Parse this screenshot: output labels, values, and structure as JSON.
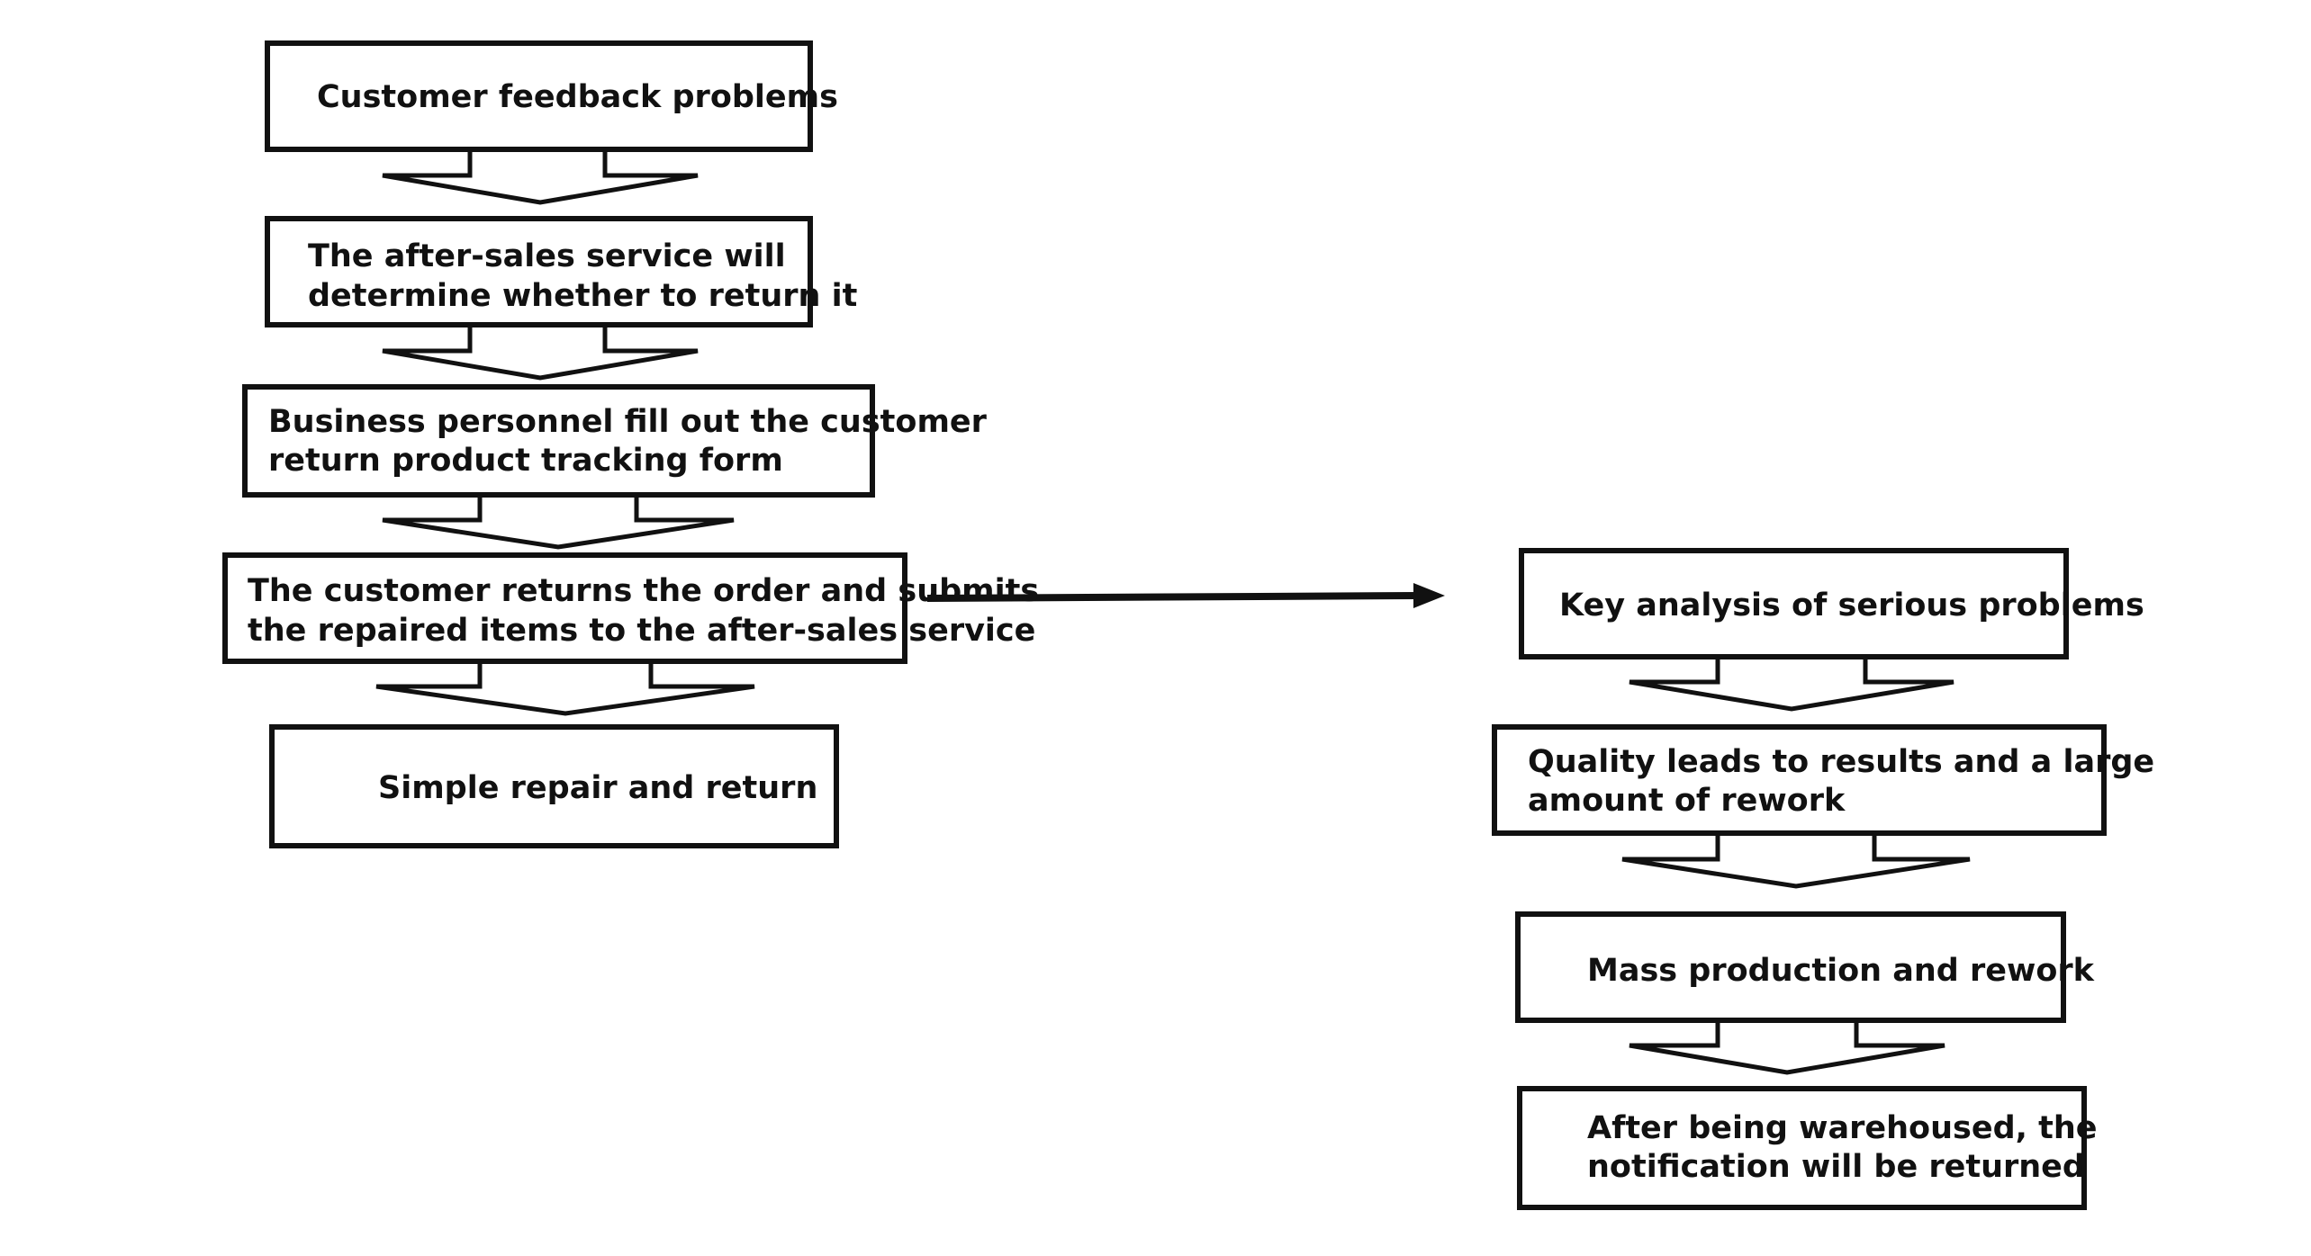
{
  "diagram": {
    "left_flow": [
      {
        "id": "L1",
        "lines": [
          "Customer feedback problems"
        ]
      },
      {
        "id": "L2",
        "lines": [
          "The after-sales service will",
          "determine whether to return it"
        ]
      },
      {
        "id": "L3",
        "lines": [
          "Business personnel fill out the customer",
          "return product tracking form"
        ]
      },
      {
        "id": "L4",
        "lines": [
          "The customer returns the order and submits",
          "the repaired items to the after-sales service"
        ]
      },
      {
        "id": "L5",
        "lines": [
          "Simple repair and return"
        ]
      }
    ],
    "right_flow": [
      {
        "id": "R1",
        "lines": [
          "Key analysis of serious problems"
        ]
      },
      {
        "id": "R2",
        "lines": [
          "Quality leads to results and a large",
          "amount of rework"
        ]
      },
      {
        "id": "R3",
        "lines": [
          "Mass production and rework"
        ]
      },
      {
        "id": "R4",
        "lines": [
          "After being warehoused, the",
          "notification will be returned"
        ]
      }
    ],
    "links": [
      {
        "from": "L1",
        "to": "L2",
        "style": "block-arrow"
      },
      {
        "from": "L2",
        "to": "L3",
        "style": "block-arrow"
      },
      {
        "from": "L3",
        "to": "L4",
        "style": "block-arrow"
      },
      {
        "from": "L4",
        "to": "L5",
        "style": "block-arrow"
      },
      {
        "from": "L4",
        "to": "R1",
        "style": "line-arrow"
      },
      {
        "from": "R1",
        "to": "R2",
        "style": "block-arrow"
      },
      {
        "from": "R2",
        "to": "R3",
        "style": "block-arrow"
      },
      {
        "from": "R3",
        "to": "R4",
        "style": "block-arrow"
      }
    ],
    "colors": {
      "stroke": "#111111",
      "background": "#ffffff",
      "text": "#111111"
    }
  }
}
